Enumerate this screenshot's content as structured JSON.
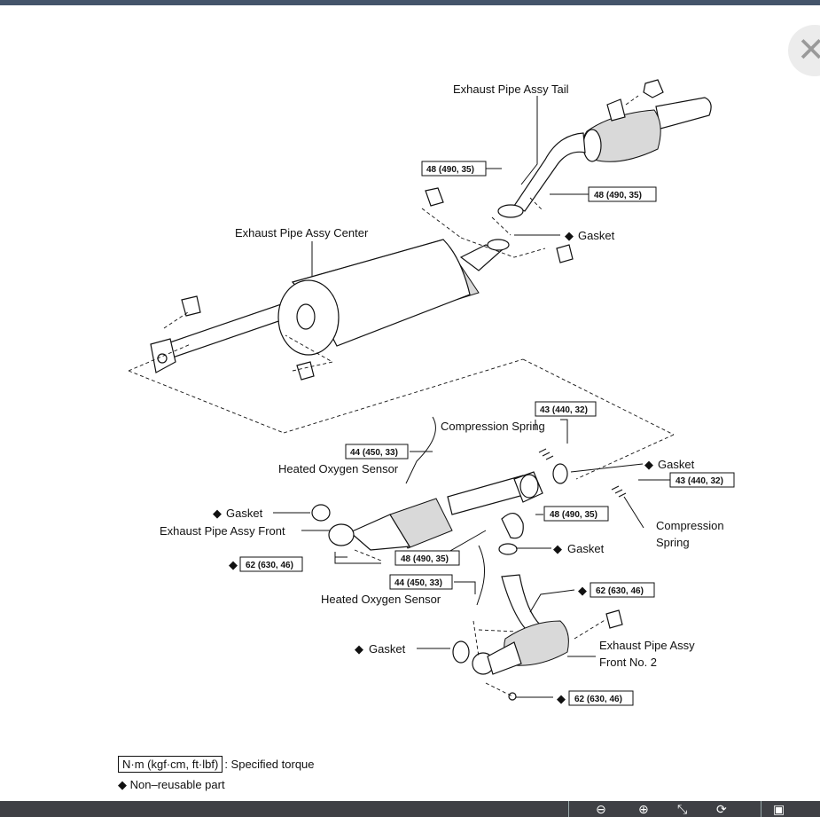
{
  "labels": {
    "tail": "Exhaust Pipe Assy Tail",
    "center": "Exhaust Pipe Assy Center",
    "front": "Exhaust Pipe Assy Front",
    "front_no2_line1": "Exhaust Pipe Assy",
    "front_no2_line2": "Front No. 2",
    "gasket": "Gasket",
    "compression_spring": "Compression Spring",
    "compression_spring_line1": "Compression",
    "compression_spring_line2": "Spring",
    "heated_oxygen_sensor": "Heated Oxygen Sensor",
    "diamond": "◆"
  },
  "torques": {
    "t48": "48 (490, 35)",
    "t43": "43 (440, 32)",
    "t44": "44 (450, 33)",
    "t62": "62 (630, 46)"
  },
  "legend": {
    "torque_unit": "N·m (kgf·cm, ft·lbf)",
    "torque_desc": ": Specified torque",
    "nonreusable": "◆ Non–reusable part"
  },
  "icons": {
    "close": "close-icon",
    "toolbar": [
      "zoom-out-icon",
      "zoom-in-icon",
      "fit-icon",
      "rotate-icon",
      "window-icon"
    ]
  },
  "colors": {
    "top_bar": "#44546a",
    "bottom_bar": "#3f4045"
  }
}
